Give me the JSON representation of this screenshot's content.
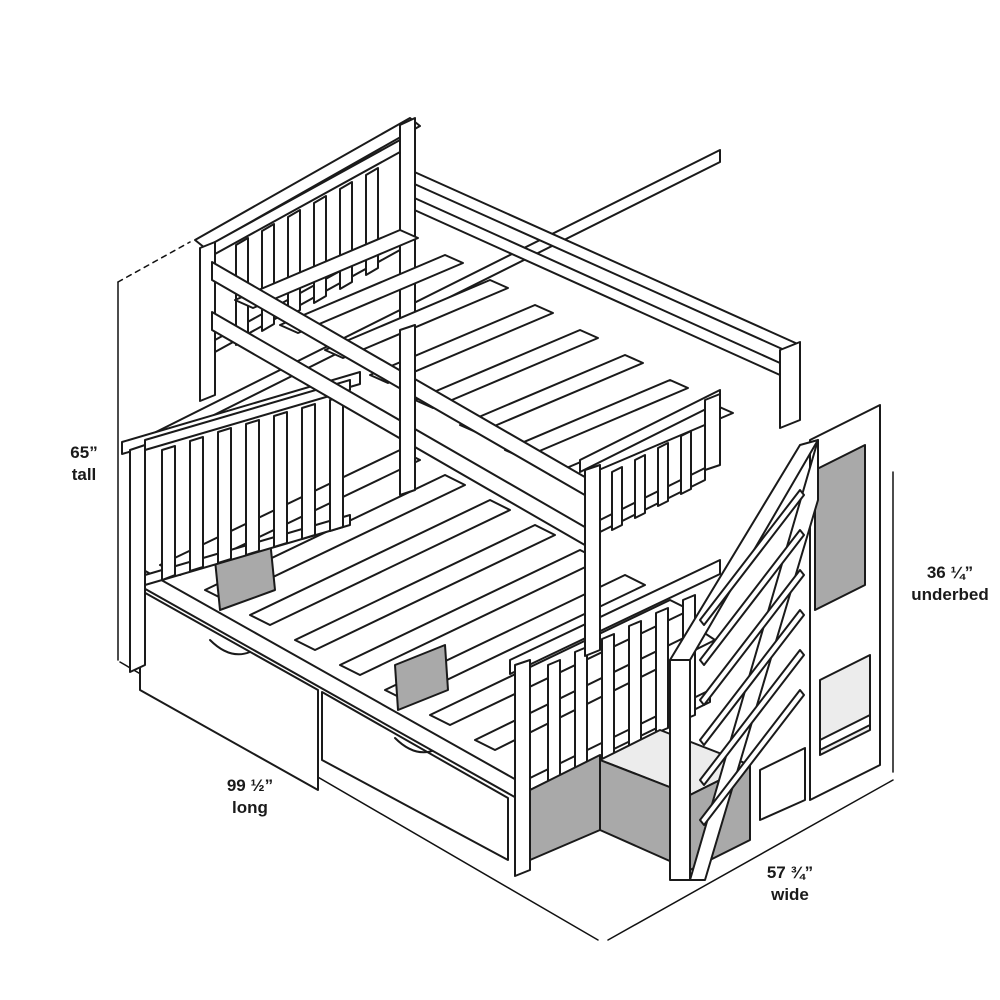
{
  "dimensions": {
    "height": {
      "value": "65”",
      "caption": "tall"
    },
    "underbed": {
      "value": "36 ¼”",
      "caption": "underbed"
    },
    "length": {
      "value": "99 ½”",
      "caption": "long"
    },
    "width": {
      "value": "57 ¾”",
      "caption": "wide"
    }
  },
  "colors": {
    "outline": "#1a1a1a",
    "frame_fill": "#ffffff",
    "shadow_fill": "#a9a9a9",
    "light_fill": "#ececec",
    "dimension_line": "#111111"
  }
}
